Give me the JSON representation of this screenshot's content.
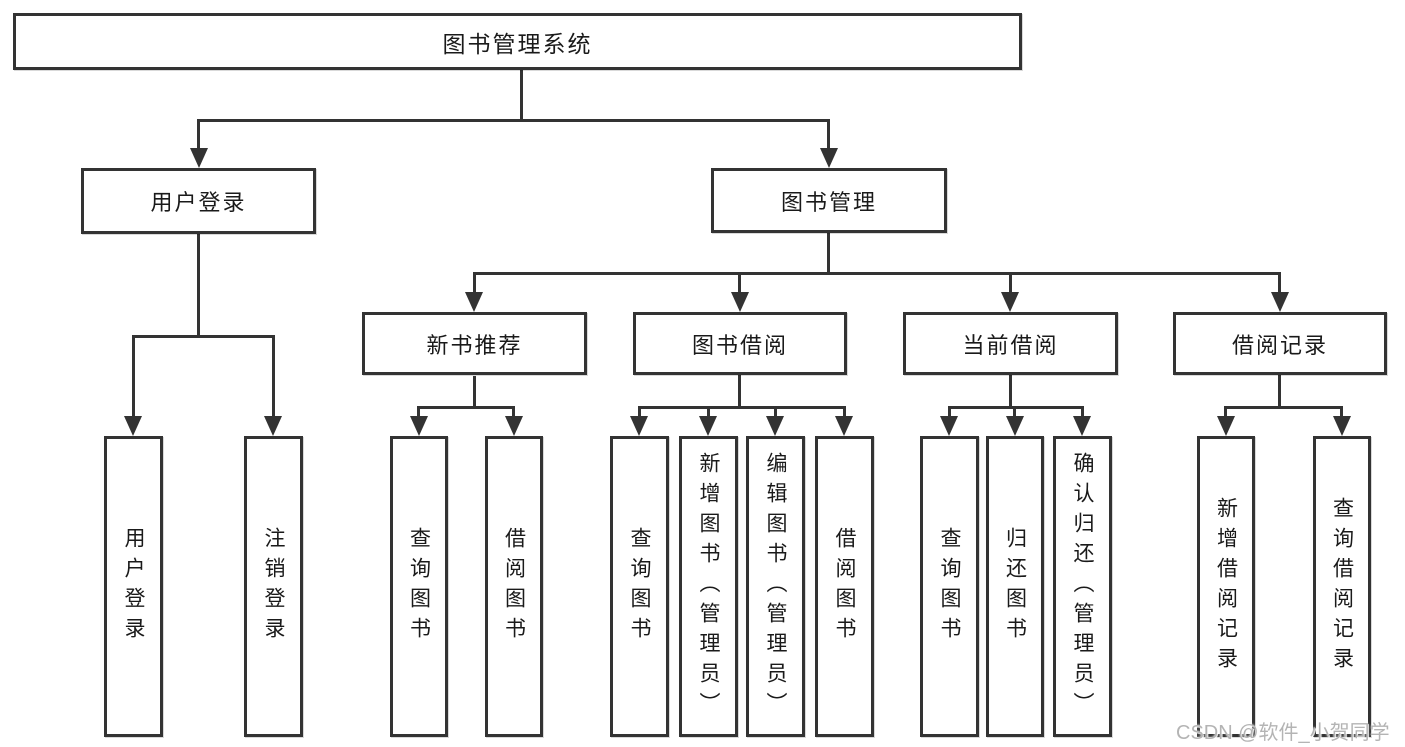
{
  "tree": {
    "label": "图书管理系统",
    "children": [
      {
        "label": "用户登录",
        "children": [
          {
            "label": "用户登录"
          },
          {
            "label": "注销登录"
          }
        ]
      },
      {
        "label": "图书管理",
        "children": [
          {
            "label": "新书推荐",
            "children": [
              {
                "label": "查询图书"
              },
              {
                "label": "借阅图书"
              }
            ]
          },
          {
            "label": "图书借阅",
            "children": [
              {
                "label": "查询图书"
              },
              {
                "label": "新增图书（管理员）"
              },
              {
                "label": "编辑图书（管理员）"
              },
              {
                "label": "借阅图书"
              }
            ]
          },
          {
            "label": "当前借阅",
            "children": [
              {
                "label": "查询图书"
              },
              {
                "label": "归还图书"
              },
              {
                "label": "确认归还（管理员）"
              }
            ]
          },
          {
            "label": "借阅记录",
            "children": [
              {
                "label": "新增借阅记录"
              },
              {
                "label": "查询借阅记录"
              }
            ]
          }
        ]
      }
    ]
  },
  "watermark": {
    "text": "CSDN @软件_小贺同学"
  },
  "colors": {
    "line": "#333333",
    "text": "#1a1a1a",
    "box_bg": "#ffffff",
    "watermark": "#b4b4b4"
  }
}
